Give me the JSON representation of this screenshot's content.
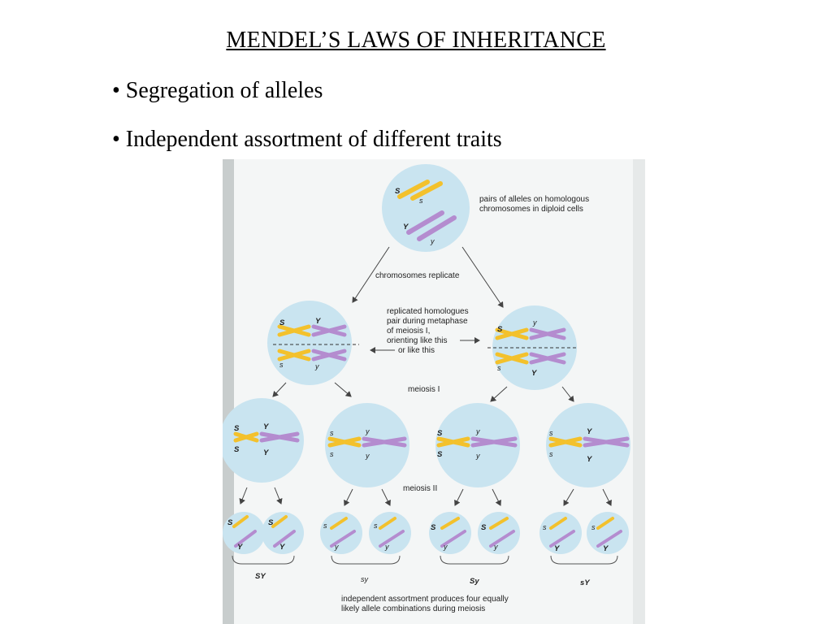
{
  "slide": {
    "title": "MENDEL’S LAWS OF INHERITANCE",
    "bullets": [
      "• Segregation of alleles",
      "• Independent assortment of different traits"
    ]
  },
  "figure": {
    "labels": {
      "pairs_line1": "pairs of alleles on homologous",
      "pairs_line2": "chromosomes in diploid cells",
      "replicate": "chromosomes replicate",
      "meta_line1": "replicated homologues",
      "meta_line2": "pair during metaphase",
      "meta_line3": "of meiosis I,",
      "meta_line4": "orienting like this",
      "meta_line5": "or like this",
      "meiosis1": "meiosis I",
      "meiosis2": "meiosis II",
      "bottom_line1": "independent assortment produces four equally",
      "bottom_line2": "likely allele combinations during meiosis"
    },
    "alleles": {
      "S": "S",
      "s": "s",
      "Y": "Y",
      "y": "y"
    },
    "gametes": [
      "SY",
      "sy",
      "Sy",
      "sY"
    ],
    "colors": {
      "cell": "#c9e4f0",
      "yellow_chromosome": "#f3c12c",
      "purple_chromosome": "#b48ccf",
      "background": "#f4f6f6"
    }
  }
}
